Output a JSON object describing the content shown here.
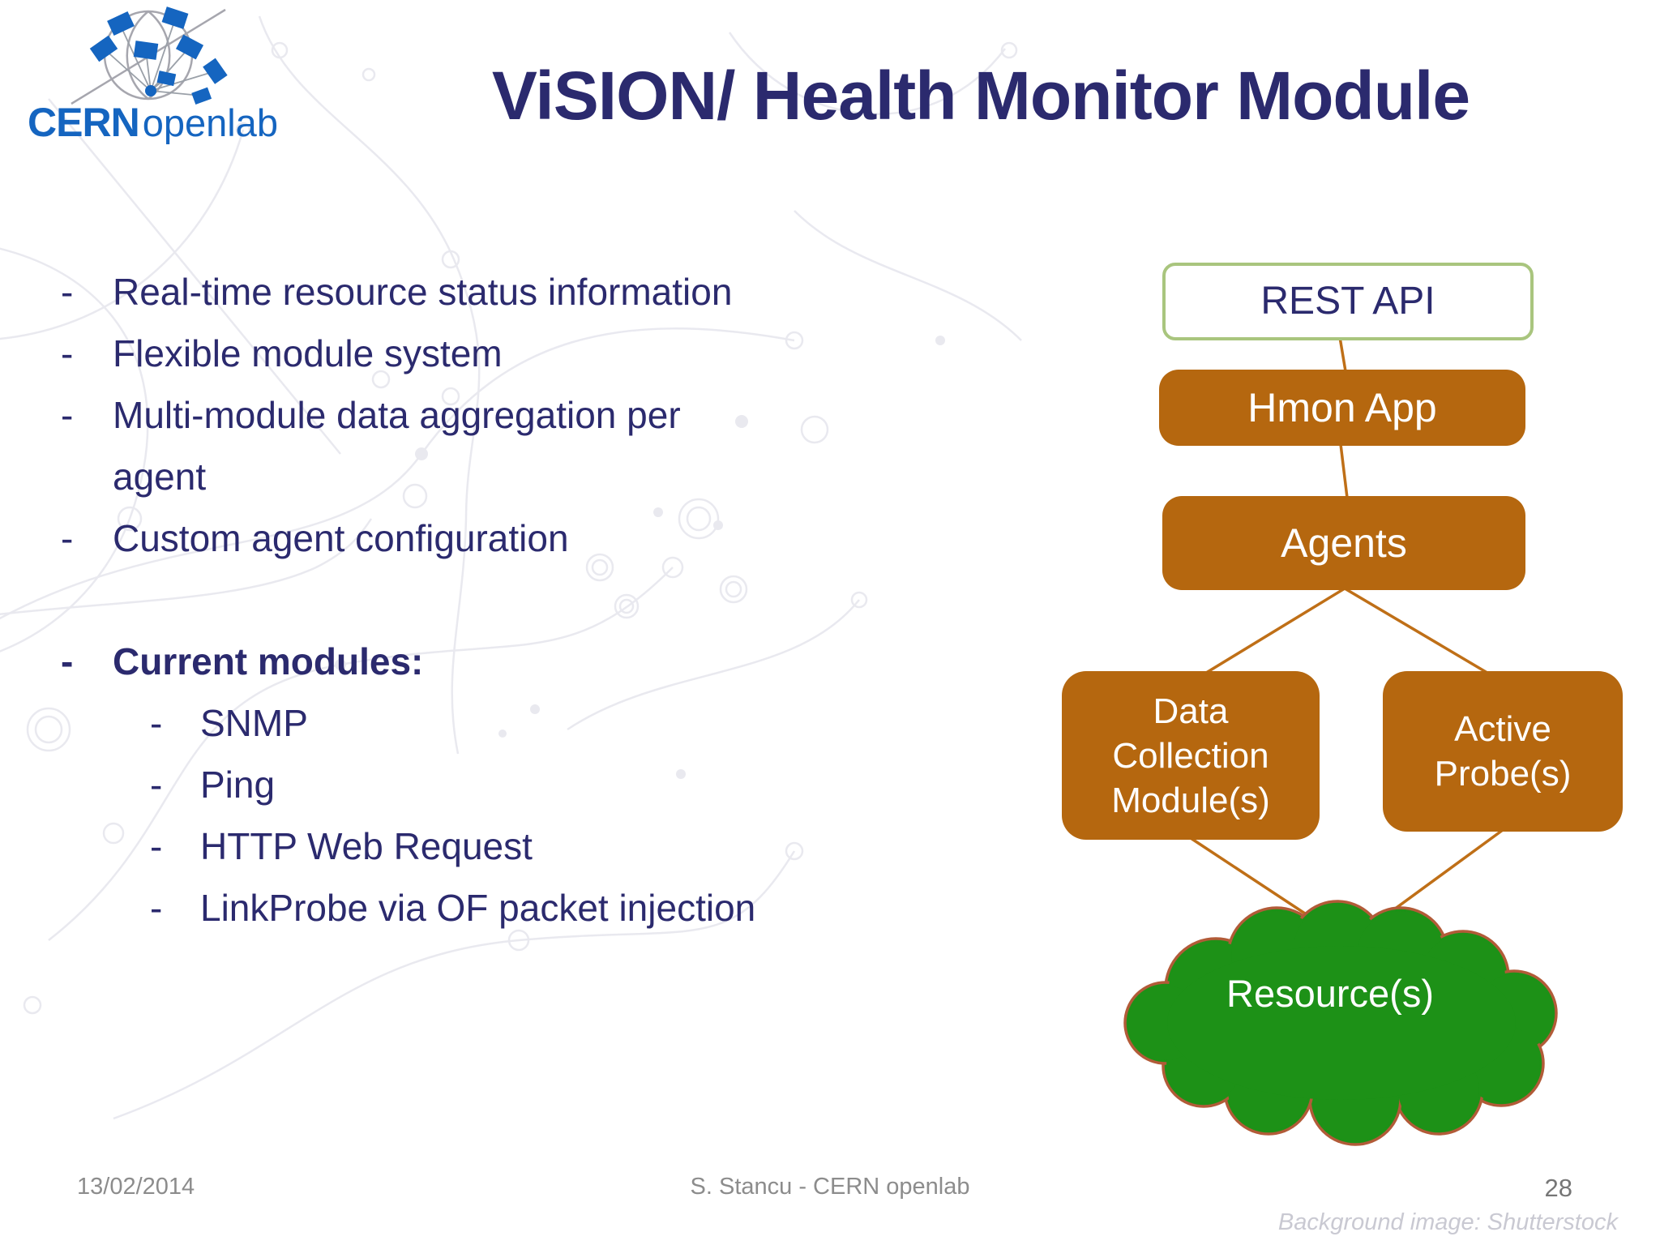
{
  "slide": {
    "title": "ViSION/ Health Monitor Module",
    "logo": {
      "brand": "CERN",
      "suffix": "openlab"
    },
    "list_marker": "-",
    "bullets": [
      {
        "text": "Real-time resource status information"
      },
      {
        "text": "Flexible module system"
      },
      {
        "lines": [
          "Multi-module data aggregation per",
          "agent"
        ]
      },
      {
        "text": "Custom agent configuration"
      },
      {
        "text": "Current modules:"
      }
    ],
    "sub_bullets": [
      "SNMP",
      "Ping",
      "HTTP Web Request",
      "LinkProbe via OF packet injection"
    ],
    "footer": {
      "date": "13/02/2014",
      "author": "S. Stancu - CERN openlab",
      "page_number": "28",
      "attribution": "Background image: Shutterstock"
    }
  },
  "diagram": {
    "nodes": {
      "rest_api": {
        "label": "REST API",
        "style": "outlined-green"
      },
      "hmon_app": {
        "label": "Hmon App",
        "style": "filled-orange"
      },
      "agents": {
        "label": "Agents",
        "style": "filled-orange"
      },
      "data_collection": {
        "label": "Data Collection Module(s)",
        "style": "filled-orange"
      },
      "active_probes": {
        "label": "Active Probe(s)",
        "style": "filled-orange"
      },
      "resources": {
        "label": "Resource(s)",
        "style": "green-cloud"
      }
    },
    "edges": [
      [
        "rest_api",
        "hmon_app"
      ],
      [
        "hmon_app",
        "agents"
      ],
      [
        "agents",
        "data_collection"
      ],
      [
        "agents",
        "active_probes"
      ],
      [
        "data_collection",
        "resources"
      ],
      [
        "active_probes",
        "resources"
      ]
    ]
  },
  "colors": {
    "text_navy": "#2b2a6e",
    "box_orange": "#b5670f",
    "connector_orange": "#bf6f17",
    "rest_border_green": "#a9c57e",
    "cloud_green": "#1d9117",
    "cloud_outline_brown": "#b25b38",
    "cern_blue": "#1565c0",
    "footer_gray": "#8c8c8c",
    "attribution_gray": "#c9c9d2",
    "pattern_gray": "#e4e4ec"
  }
}
